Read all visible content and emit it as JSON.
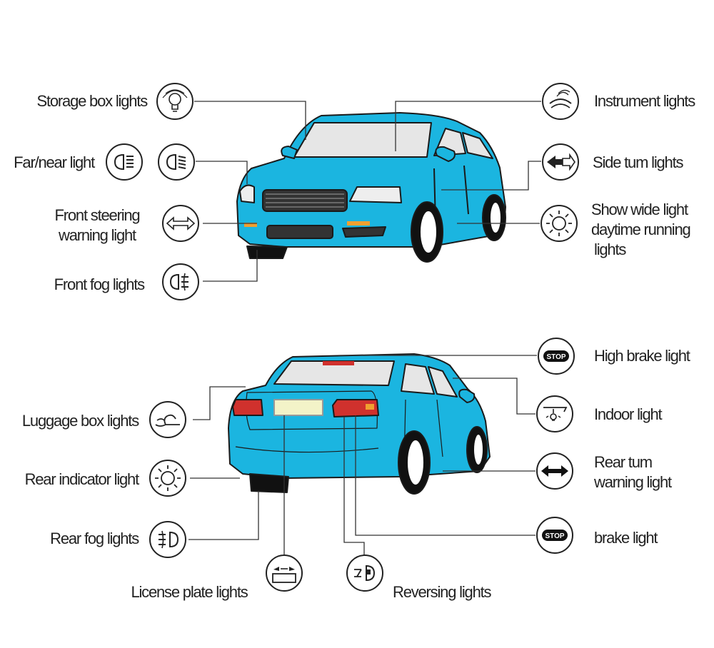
{
  "colors": {
    "car_body": "#1BB5E0",
    "glass": "#E6E6E6",
    "outline": "#1a1a1a",
    "tail_light": "#D0312D",
    "indicator": "#F0A030"
  },
  "front": {
    "storage_box": "Storage box lights",
    "far_near": "Far/near light",
    "front_steering": [
      "Front steering",
      "warning light"
    ],
    "front_fog": "Front fog lights",
    "instrument": "Instrument lights",
    "side_turn": "Side tum lights",
    "show_wide": [
      "Show wide light",
      "daytime running",
      "lights"
    ]
  },
  "rear": {
    "high_brake": "High brake light",
    "indoor": "Indoor light",
    "rear_turn": [
      "Rear tum",
      "warning light"
    ],
    "brake": "brake light",
    "luggage_box": "Luggage box lights",
    "rear_indicator": "Rear indicator light",
    "rear_fog": "Rear fog lights",
    "license_plate": "License plate lights",
    "reversing": "Reversing lights"
  },
  "stop_text": "STOP",
  "icons": [
    "bulb-icon",
    "headlight-icon",
    "arrows-icon",
    "fog-icon",
    "instrument-icon",
    "side-turn-icon",
    "sun-icon",
    "stop-icon",
    "indoor-icon",
    "double-arrow-icon",
    "luggage-icon",
    "rear-fog-icon",
    "plate-icon",
    "reverse-icon"
  ]
}
